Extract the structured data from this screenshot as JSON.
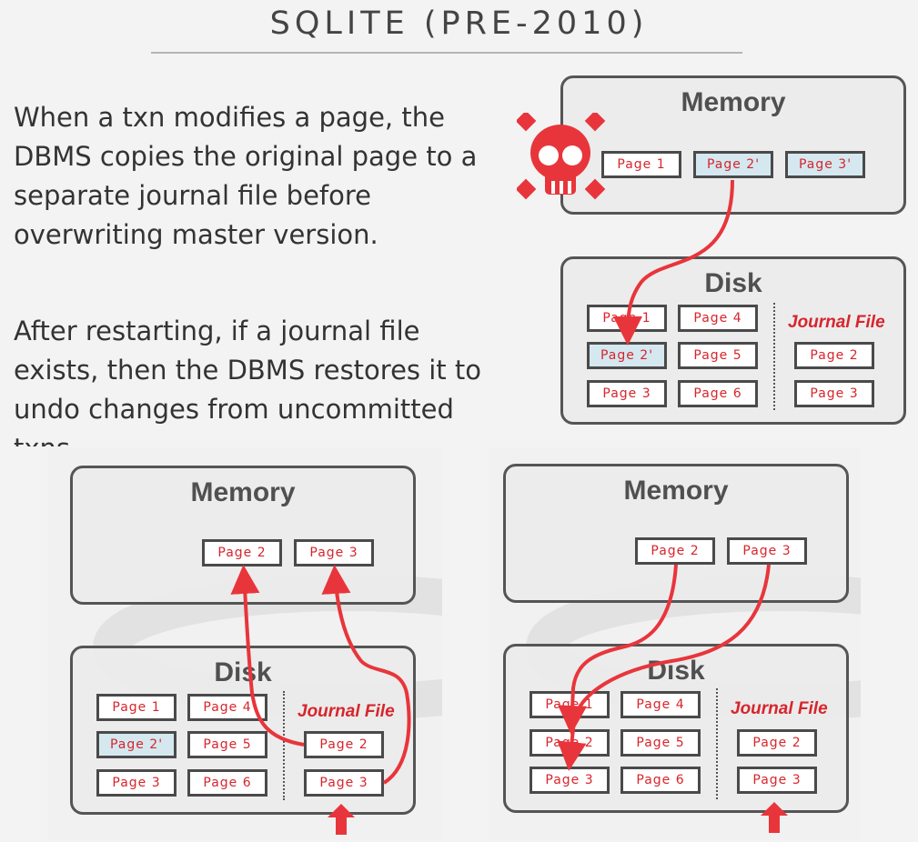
{
  "slide": {
    "title": "SQLITE (PRE-2010)",
    "paragraph_1": "When a txn modifies a page, the DBMS copies the original page to a separate journal file before overwriting master version.",
    "paragraph_2": "After restarting, if a journal file exists, then the DBMS restores it to undo changes from uncommitted txns."
  },
  "colors": {
    "accent": "#d7252c",
    "modified_page": "#d5e8f0",
    "box_border": "#555555"
  },
  "icons": {
    "crash": "skull-crossbones-icon",
    "restore": "up-arrow-icon"
  },
  "diagram_top": {
    "memory": {
      "title": "Memory",
      "pages": [
        "Page 1",
        "Page 2'",
        "Page 3'"
      ]
    },
    "disk": {
      "title": "Disk",
      "pages": [
        "Page 1",
        "Page 4",
        "Page 2'",
        "Page 5",
        "Page 3",
        "Page 6"
      ],
      "journal_label": "Journal File",
      "journal_pages": [
        "Page 2",
        "Page 3"
      ]
    }
  },
  "diagram_left": {
    "memory": {
      "title": "Memory",
      "pages": [
        "Page 2",
        "Page 3"
      ]
    },
    "disk": {
      "title": "Disk",
      "pages": [
        "Page 1",
        "Page 4",
        "Page 2'",
        "Page 5",
        "Page 3",
        "Page 6"
      ],
      "journal_label": "Journal File",
      "journal_pages": [
        "Page 2",
        "Page 3"
      ]
    }
  },
  "diagram_right": {
    "memory": {
      "title": "Memory",
      "pages": [
        "Page 2",
        "Page 3"
      ]
    },
    "disk": {
      "title": "Disk",
      "pages": [
        "Page 1",
        "Page 4",
        "Page 2",
        "Page 5",
        "Page 3",
        "Page 6"
      ],
      "journal_label": "Journal File",
      "journal_pages": [
        "Page 2",
        "Page 3"
      ]
    }
  }
}
